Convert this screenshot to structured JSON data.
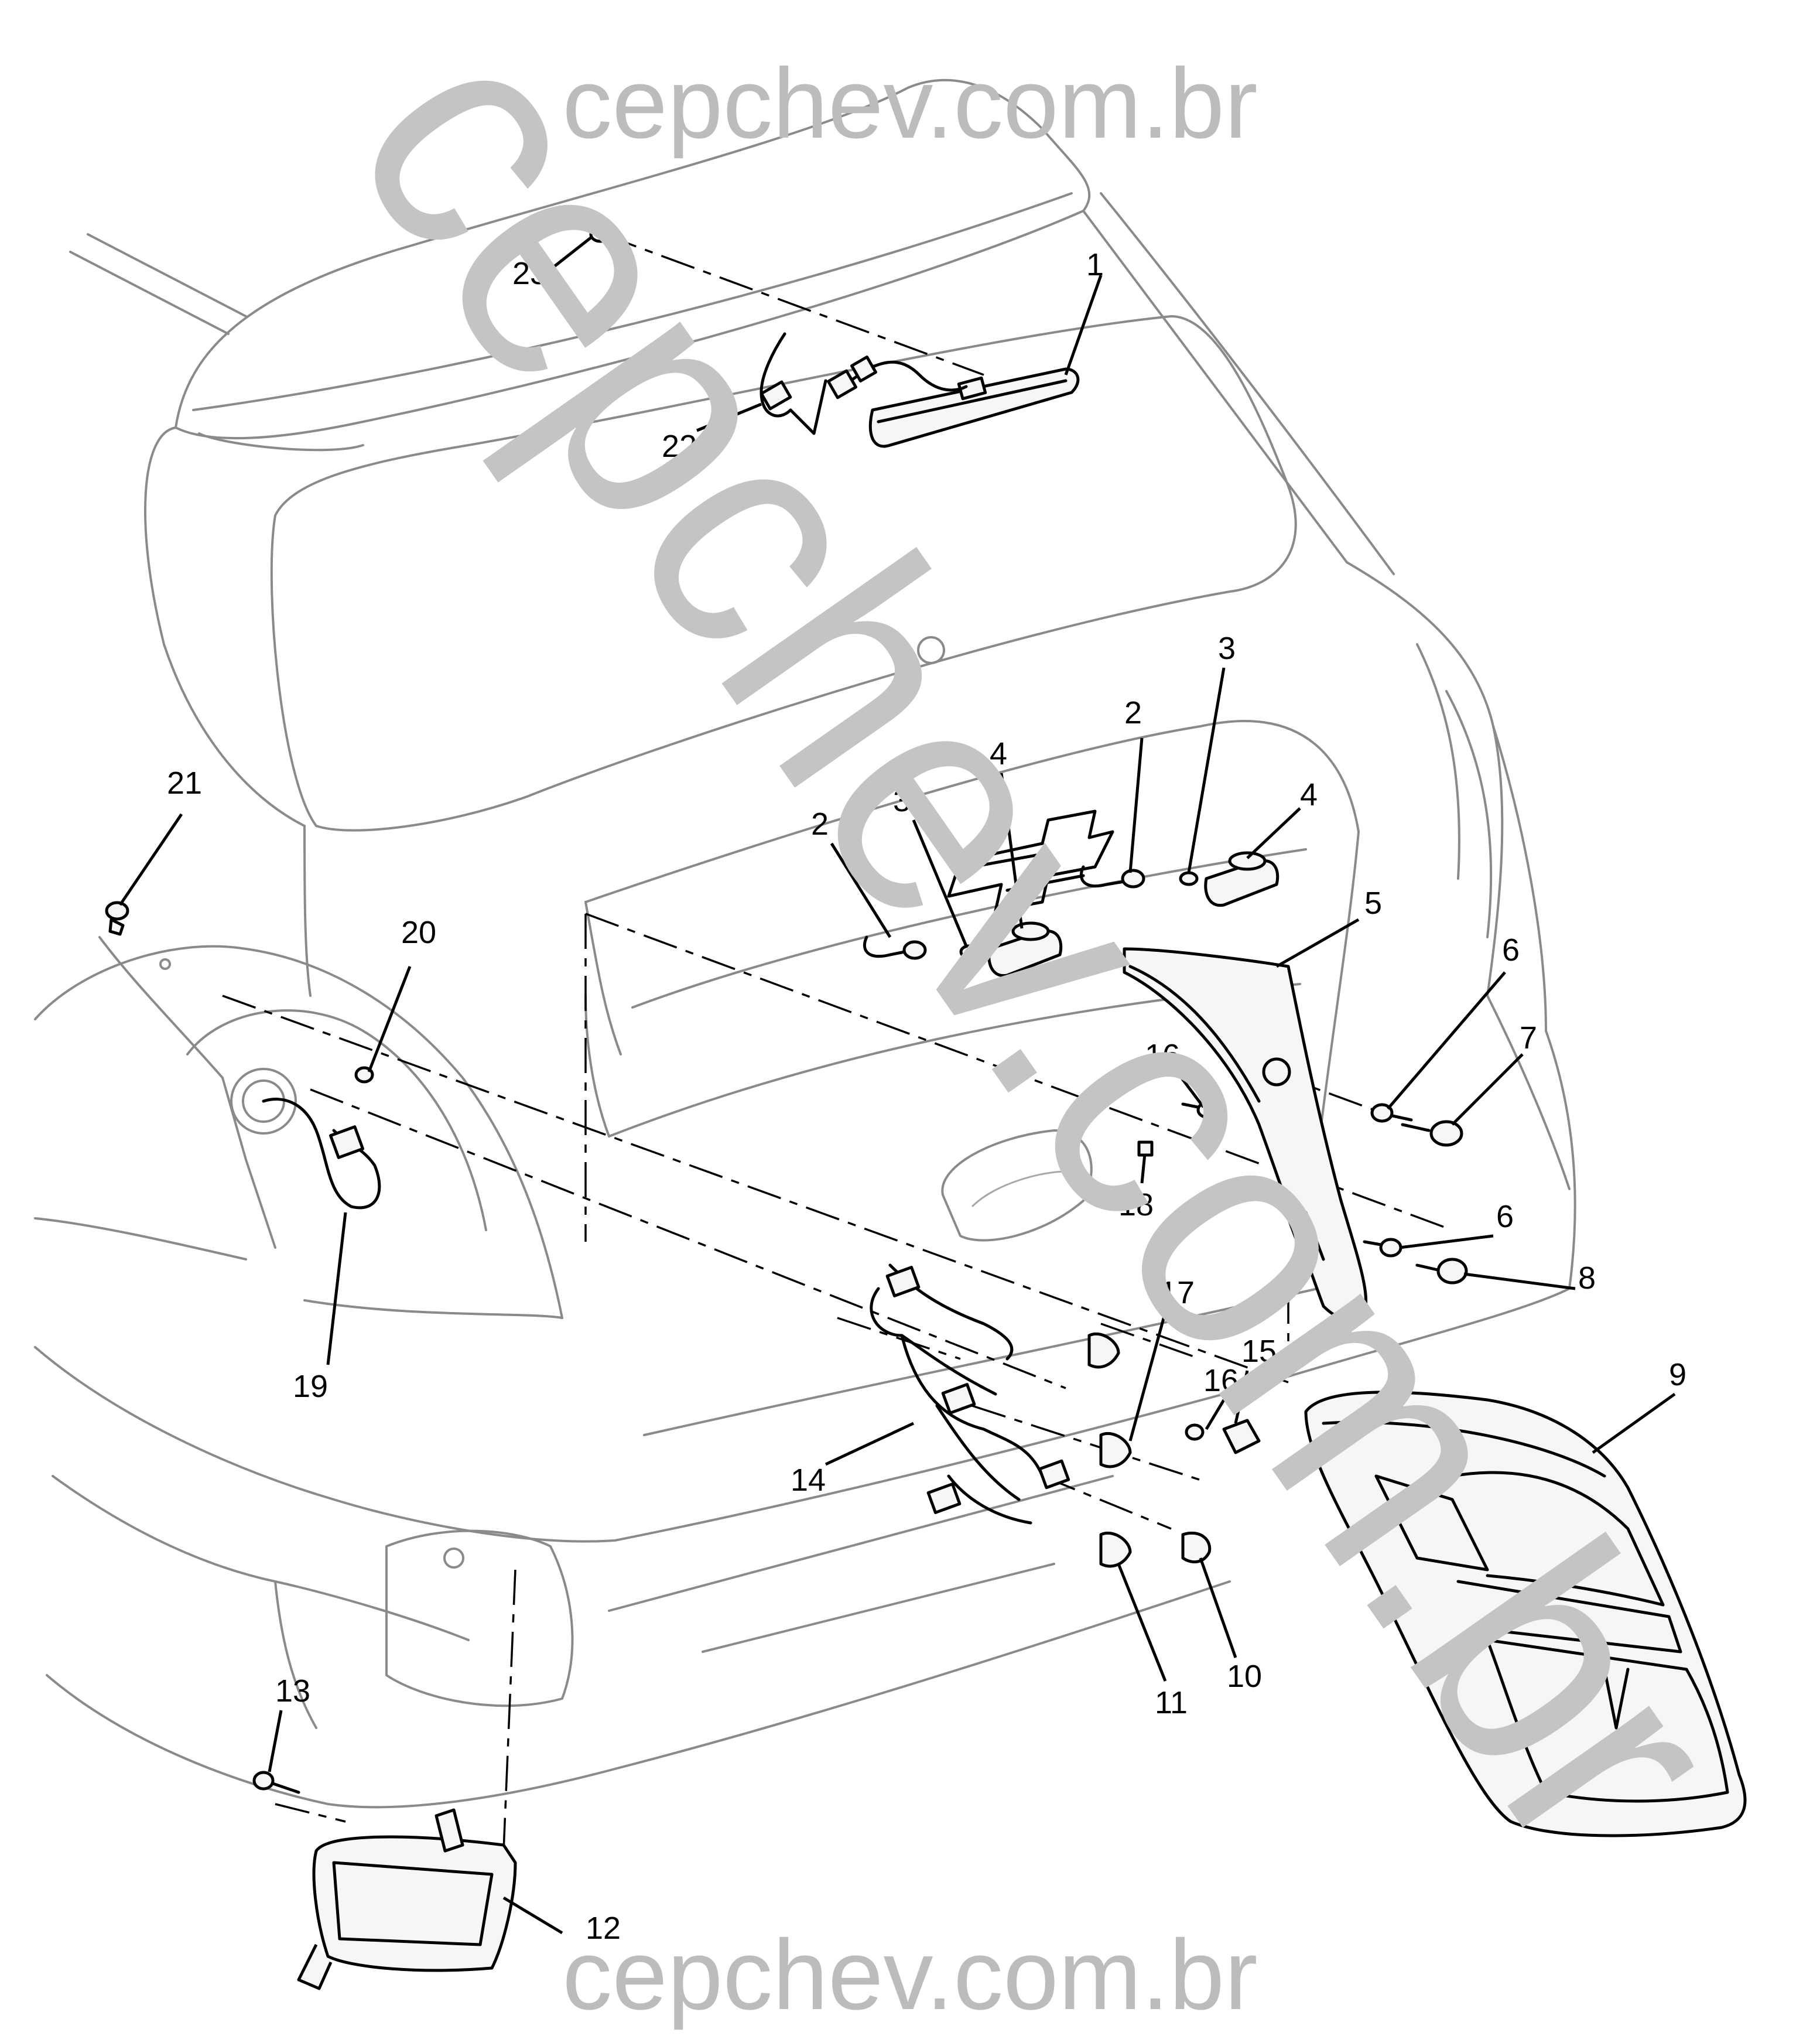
{
  "watermark": {
    "top": "cepchev.com.br",
    "bottom": "cepchev.com.br",
    "diagonal": "cepchev.com.br"
  },
  "callouts": [
    {
      "id": "c1",
      "label": "1"
    },
    {
      "id": "c2a",
      "label": "2"
    },
    {
      "id": "c2b",
      "label": "2"
    },
    {
      "id": "c3a",
      "label": "3"
    },
    {
      "id": "c3b",
      "label": "3"
    },
    {
      "id": "c4a",
      "label": "4"
    },
    {
      "id": "c4b",
      "label": "4"
    },
    {
      "id": "c5",
      "label": "5"
    },
    {
      "id": "c6a",
      "label": "6"
    },
    {
      "id": "c6b",
      "label": "6"
    },
    {
      "id": "c7",
      "label": "7"
    },
    {
      "id": "c8",
      "label": "8"
    },
    {
      "id": "c9",
      "label": "9"
    },
    {
      "id": "c10",
      "label": "10"
    },
    {
      "id": "c11",
      "label": "11"
    },
    {
      "id": "c12",
      "label": "12"
    },
    {
      "id": "c13",
      "label": "13"
    },
    {
      "id": "c14",
      "label": "14"
    },
    {
      "id": "c15",
      "label": "15"
    },
    {
      "id": "c16a",
      "label": "16"
    },
    {
      "id": "c16b",
      "label": "16"
    },
    {
      "id": "c17",
      "label": "17"
    },
    {
      "id": "c18",
      "label": "18"
    },
    {
      "id": "c19",
      "label": "19"
    },
    {
      "id": "c20",
      "label": "20"
    },
    {
      "id": "c21",
      "label": "21"
    },
    {
      "id": "c22",
      "label": "22"
    },
    {
      "id": "c23",
      "label": "23"
    }
  ]
}
